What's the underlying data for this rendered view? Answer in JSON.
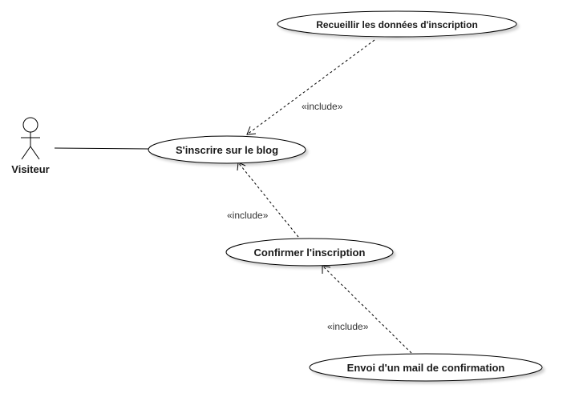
{
  "diagram": {
    "actor": {
      "name": "Visiteur"
    },
    "use_cases": {
      "recueillir": "Recueillir les données d'inscription",
      "inscrire": "S'inscrire sur le blog",
      "confirmer": "Confirmer l'inscription",
      "envoi": "Envoi d'un mail de confirmation"
    },
    "relations": {
      "include_1": "«include»",
      "include_2": "«include»",
      "include_3": "«include»"
    }
  }
}
